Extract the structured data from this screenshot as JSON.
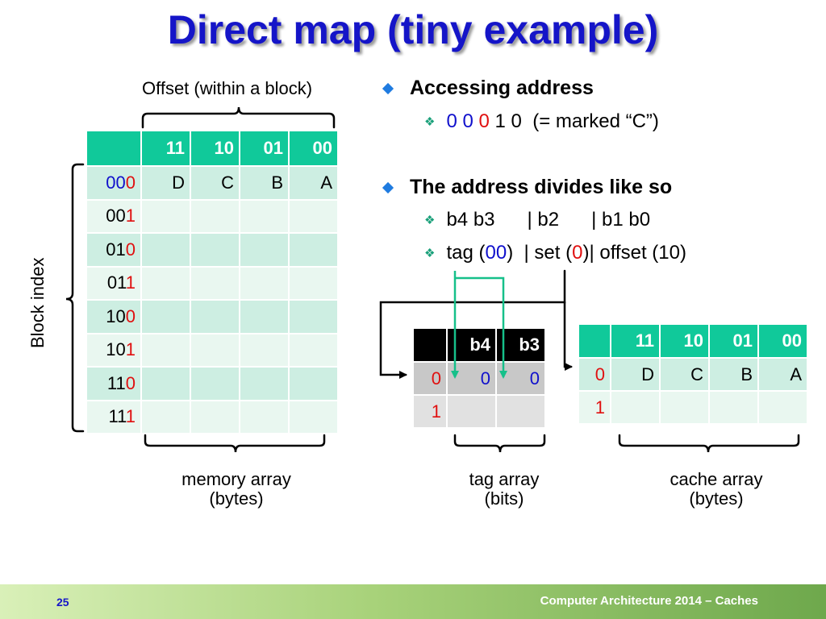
{
  "title": "Direct map (tiny example)",
  "labels": {
    "offset": "Offset (within a block)",
    "block_index": "Block index",
    "memory_array": [
      "memory array",
      "(bytes)"
    ],
    "tag_array": [
      "tag array",
      "(bits)"
    ],
    "cache_array": [
      "cache array",
      "(bytes)"
    ]
  },
  "bullets": [
    {
      "text": "Accessing address",
      "subs": [
        {
          "parts": [
            {
              "t": "0 0 ",
              "c": "blue"
            },
            {
              "t": "0",
              "c": "red"
            },
            {
              "t": " 1 0  (= marked “C”)",
              "c": ""
            }
          ]
        }
      ]
    },
    {
      "text": "The address divides like so",
      "subs": [
        {
          "parts": [
            {
              "t": "b4 b3      | b2      | b1 b0",
              "c": ""
            }
          ]
        },
        {
          "parts": [
            {
              "t": "tag (",
              "c": ""
            },
            {
              "t": "00",
              "c": "blue"
            },
            {
              "t": ")  | set (",
              "c": ""
            },
            {
              "t": "0",
              "c": "red"
            },
            {
              "t": ")| offset (10)",
              "c": ""
            }
          ]
        }
      ]
    }
  ],
  "memory_table": {
    "headers": [
      "",
      "11",
      "10",
      "01",
      "00"
    ],
    "rows": [
      {
        "idx": [
          {
            "t": "00",
            "c": "blue"
          },
          {
            "t": "0",
            "c": "red"
          }
        ],
        "cells": [
          "D",
          "C",
          "B",
          "A"
        ]
      },
      {
        "idx": [
          {
            "t": "00",
            "c": ""
          },
          {
            "t": "1",
            "c": "red"
          }
        ],
        "cells": [
          "",
          "",
          "",
          ""
        ]
      },
      {
        "idx": [
          {
            "t": "01",
            "c": ""
          },
          {
            "t": "0",
            "c": "red"
          }
        ],
        "cells": [
          "",
          "",
          "",
          ""
        ]
      },
      {
        "idx": [
          {
            "t": "01",
            "c": ""
          },
          {
            "t": "1",
            "c": "red"
          }
        ],
        "cells": [
          "",
          "",
          "",
          ""
        ]
      },
      {
        "idx": [
          {
            "t": "10",
            "c": ""
          },
          {
            "t": "0",
            "c": "red"
          }
        ],
        "cells": [
          "",
          "",
          "",
          ""
        ]
      },
      {
        "idx": [
          {
            "t": "10",
            "c": ""
          },
          {
            "t": "1",
            "c": "red"
          }
        ],
        "cells": [
          "",
          "",
          "",
          ""
        ]
      },
      {
        "idx": [
          {
            "t": "11",
            "c": ""
          },
          {
            "t": "0",
            "c": "red"
          }
        ],
        "cells": [
          "",
          "",
          "",
          ""
        ]
      },
      {
        "idx": [
          {
            "t": "11",
            "c": ""
          },
          {
            "t": "1",
            "c": "red"
          }
        ],
        "cells": [
          "",
          "",
          "",
          ""
        ]
      }
    ]
  },
  "tag_table": {
    "headers": [
      "",
      "b4",
      "b3"
    ],
    "rows": [
      {
        "idx": "0",
        "cells": [
          {
            "t": "0",
            "c": "blue"
          },
          {
            "t": "0",
            "c": "blue"
          }
        ]
      },
      {
        "idx": "1",
        "cells": [
          {
            "t": "",
            "c": ""
          },
          {
            "t": "",
            "c": ""
          }
        ]
      }
    ]
  },
  "cache_table": {
    "headers": [
      "",
      "11",
      "10",
      "01",
      "00"
    ],
    "rows": [
      {
        "idx": "0",
        "cells": [
          "D",
          "C",
          "B",
          "A"
        ]
      },
      {
        "idx": "1",
        "cells": [
          "",
          "",
          "",
          ""
        ]
      }
    ]
  },
  "footer": {
    "page_number": "25",
    "course": "Computer Architecture 2014 – Caches"
  },
  "colors": {
    "title": "#1515c8",
    "header_teal": "#10c99a",
    "index_blue": "#1010cc",
    "index_red": "#e01010",
    "arrow_green": "#16c08a"
  }
}
